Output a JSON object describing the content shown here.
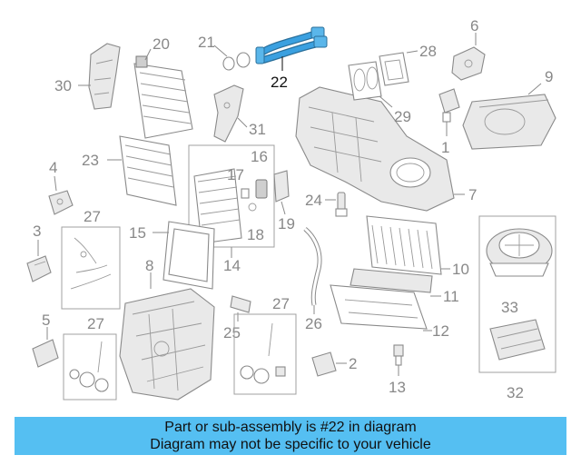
{
  "diagram": {
    "highlight_color": "#3aa0e0",
    "highlighted_part": "22",
    "callouts": {
      "c1": "1",
      "c2": "2",
      "c3": "3",
      "c4": "4",
      "c5": "5",
      "c6": "6",
      "c7": "7",
      "c8": "8",
      "c9": "9",
      "c10": "10",
      "c11": "11",
      "c12": "12",
      "c13": "13",
      "c14": "14",
      "c15": "15",
      "c16": "16",
      "c17": "17",
      "c18": "18",
      "c19": "19",
      "c20": "20",
      "c21": "21",
      "c22": "22",
      "c23": "23",
      "c24": "24",
      "c25": "25",
      "c26": "26",
      "c27a": "27",
      "c27b": "27",
      "c27c": "27",
      "c28": "28",
      "c29": "29",
      "c30": "30",
      "c31": "31",
      "c32": "32",
      "c33": "33"
    }
  },
  "caption": {
    "line1": "Part or sub-assembly is #22 in diagram",
    "line2": "Diagram may not be specific to your vehicle",
    "background": "#55bff2"
  }
}
